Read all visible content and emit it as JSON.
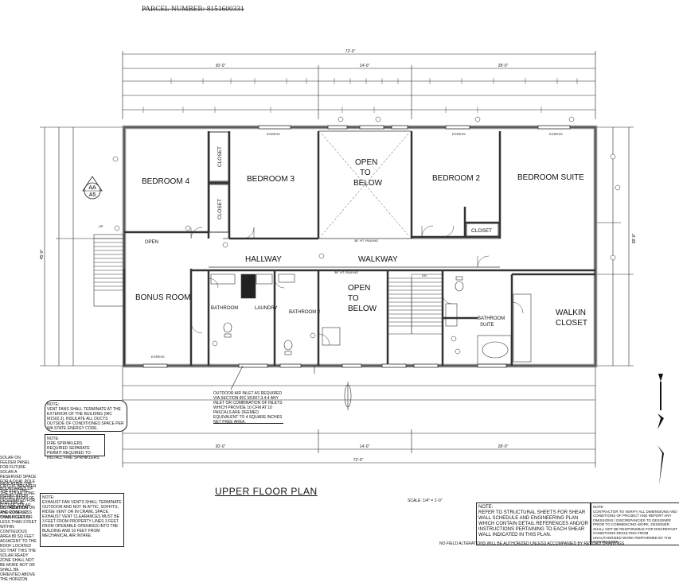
{
  "header": {
    "parcel_number": "PARCEL NUMBER: 8151600331"
  },
  "plan": {
    "title": "UPPER FLOOR PLAN",
    "scale": "SCALE: 1/4\" = 1'-0\"",
    "section_tag": {
      "top": "AA",
      "bottom": "A5"
    },
    "rooms": {
      "bedroom4": "BEDROOM 4",
      "bedroom3": "BEDROOM 3",
      "open_to_below_1": [
        "OPEN",
        "TO",
        "BELOW"
      ],
      "bedroom2": "BEDROOM 2",
      "bedroom_suite": "BEDROOM SUITE",
      "closet_a": "CLOSET",
      "closet_b": "CLOSET",
      "closet_c": "CLOSET",
      "open": "OPEN",
      "hallway": "HALLWAY",
      "walkway": "WALKWAY",
      "bonus_room": "BONUS ROOM",
      "bathroom": "BATHROOM",
      "laundry": "LAUNDRY",
      "bathroom2": "BATHROOM 2",
      "open_to_below_2": [
        "OPEN",
        "TO",
        "BELOW"
      ],
      "bathroom_suite": [
        "BATHROOM",
        "SUITE"
      ],
      "walkin_closet": [
        "WALKIN",
        "CLOSET"
      ]
    },
    "labels": {
      "egress": "EGRESS",
      "railing": "36\" HT. RAILING",
      "up": "UP",
      "dn": "DN"
    },
    "dimensions": {
      "overall_top": "72'-0\"",
      "top_row": [
        "30'-0\"",
        "14'-0\"",
        "28'-0\""
      ],
      "overall_bottom": "72'-0\"",
      "bottom_row": [
        "30'-0\"",
        "14'-0\"",
        "28'-0\""
      ],
      "left_overall": "45'-0\"",
      "right_overall": "38'-0\""
    }
  },
  "notes": {
    "vent": "NOTE:\nVENT FANS SHALL TERMINATE AT THE EXTERIOR OF THE BUILDING (IRC M1502.3). INSULATE ALL DUCTS OUTSIDE OF CONDITIONED SPACE PER WA STATE ENERGY CODE.",
    "sprinkler": "NOTE:\nFIRE SPRINKLERS REQUIRED SEPARATE PERMIT REQUIRED TO INSTALL FIRE SPRINKLERS",
    "outdoor_air": "OUTDOOR AIR INLET AS REQUIRED VIA SECTION IRC M1507.3.4.4 ANY INLET OR COMBINATION OF INLETS WHICH PROVIDE 10 CFM AT 10 PASCALS ARE DEEMED EQUIVALENT TO 4 SQUARE INCHES NET FREE AREA.",
    "exhaust": "NOTE:\nEXHAUST FAN VENTS SHALL TERMINATE OUTDOOR AND NOT IN ATTIC, SOFFITS, RIDGE VENT OR IN CRAWL SPACE. EXHAUST VENT CLEARANCES MUST BE 3 FEET FROM PROPERTY LINES 3 FEET FROM OPERABLE OPENINGS INTO THE BUILDING AND 10 FEET FROM MECHANICAL AIR INTAKE.",
    "structural": "NOTE:\nREFER TO STRUCTURAL SHEETS FOR SHEAR WALL SCHEDULE AND ENGINEERING PLAN WHICH CONTAIN DETAIL REFERENCES AND/OR INSTRUCTIONS PERTAINING TO EACH SHEAR WALL INDICATED IN THIS PLAN.",
    "contractor": "NOTE:\nCONTRACTOR TO VERIFY ALL DIMENSIONS AND CONDITIONS OF PROJECT AND REPORT ANY OMISSIONS / DISCREPANCIES TO DESIGNER PRIOR TO COMMENCING WORK. DESIGNER SHALL NOT BE RESPONSIBLE FOR DISCREPANT CONDITIONS RESULTING FROM UNAUTHORIZED WORK PERFORMED BY THE CONTRACTOR.",
    "solar": "SOLAR ON FEEDER PANEL FOR FUTURE SOLAR A RESERVED SPACE FOR A DUAL POLE CIRCUIT BREAKER THE ELECTRIC INSTALLATION DESIGNATED FOR FUTURE SOLAR",
    "solar_zone": "INDICATING THE BOUNDARIES OF THE SOLAR ZONE. INSTALLATION OF ELECTRICAL DISTRIBUTION AND CONDUIT CONSPICUOUS",
    "installation": "INSTALLATION ON THE ROOF LESS THAN 5 FEET OR LESS THAN 3 FEET WITHIN CONTIGUOUS AREA 80 SQ FEET ADJACENT TO THE ROOF LOCATED SO THAT THIS THE SOLAR READY ZONE SHALL NOT BE MORE NOT OR SHALL BE ORIENTED ABOVE THE HORIZON",
    "footer": "NO FIELD ALTERATIONS WILL BE AUTHORIZED UNLESS ACCOMPANIED BY REVISED DRAWINGS"
  },
  "graphics": {
    "north_arrow": "north-arrow-icon"
  }
}
